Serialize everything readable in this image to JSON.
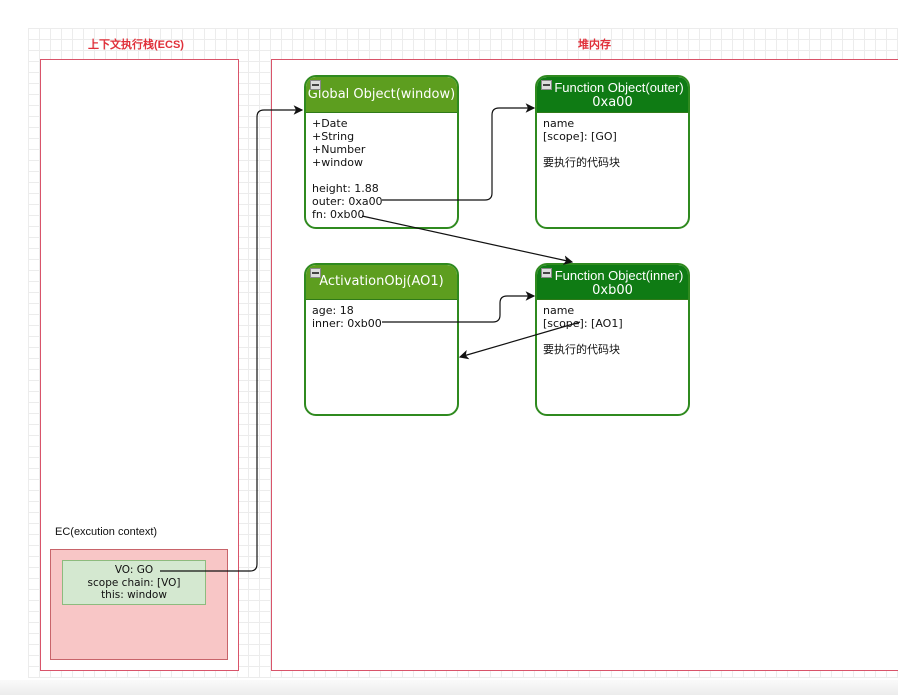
{
  "ecs_title": "上下文执行栈(ECS)",
  "heap_title": "堆内存",
  "global_object": {
    "title": "Global Object(window)",
    "lines": [
      "+Date",
      "+String",
      "+Number",
      "+window",
      "",
      "height: 1.88",
      "outer: 0xa00",
      "fn: 0xb00"
    ]
  },
  "outer_function": {
    "title": "Function Object(outer)",
    "address": "0xa00",
    "lines": [
      "name",
      "[scope]: [GO]",
      "",
      "要执行的代码块"
    ]
  },
  "activation_object": {
    "title": "ActivationObj(AO1)",
    "lines": [
      "age: 18",
      "inner: 0xb00"
    ]
  },
  "inner_function": {
    "title": "Function Object(inner)",
    "address": "0xb00",
    "lines": [
      "name",
      "[scope]: [AO1]",
      "",
      "要执行的代码块"
    ]
  },
  "execution_context": {
    "label": "EC(excution context)",
    "lines": [
      "VO: GO",
      "scope chain: [VO]",
      "this: window"
    ]
  },
  "colors": {
    "frame_border": "#d9546a",
    "title_red": "#e0303a",
    "header_light_green": "#5d9e1f",
    "header_dark_green": "#0f7b14",
    "ec_fill": "#f8c6c6",
    "vo_fill": "#d4e8d0"
  }
}
